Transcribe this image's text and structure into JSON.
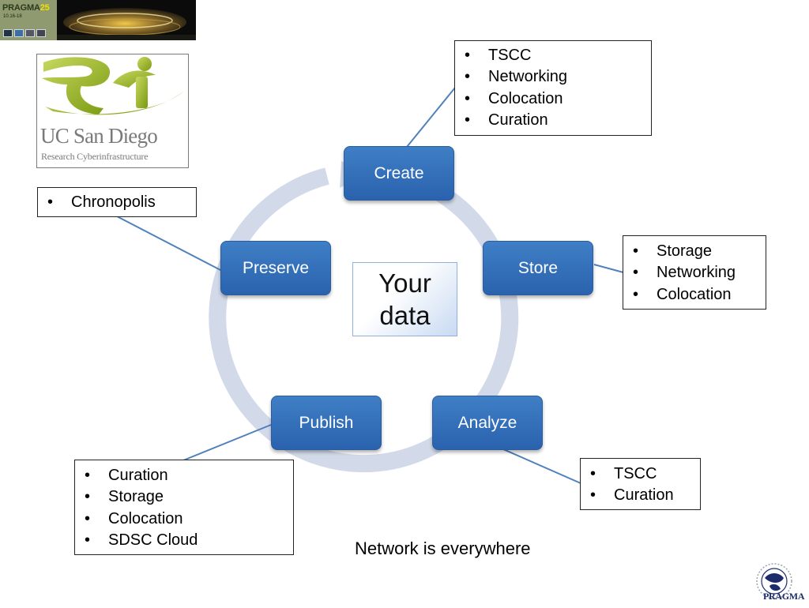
{
  "banner": {
    "title": "PRAGMA",
    "edition": "25",
    "dates": "10.16-18"
  },
  "rci_logo": {
    "mark": "RCi",
    "institution": "UC San Diego",
    "subtitle": "Research Cyberinfrastructure"
  },
  "center": {
    "line1": "Your",
    "line2": "data"
  },
  "stages": {
    "create": "Create",
    "store": "Store",
    "analyze": "Analyze",
    "publish": "Publish",
    "preserve": "Preserve"
  },
  "callouts": {
    "create": [
      "TSCC",
      "Networking",
      "Colocation",
      "Curation"
    ],
    "store": [
      "Storage",
      "Networking",
      "Colocation"
    ],
    "analyze": [
      "TSCC",
      "Curation"
    ],
    "publish": [
      "Curation",
      "Storage",
      "Colocation",
      "SDSC Cloud"
    ],
    "preserve": [
      "Chronopolis"
    ]
  },
  "footer_note": "Network is everywhere",
  "pragma_logo": "PRAGMA",
  "colors": {
    "stage_fill": "#3270bb",
    "cycle_arrow": "#d2daea",
    "connector": "#4f81bd"
  }
}
